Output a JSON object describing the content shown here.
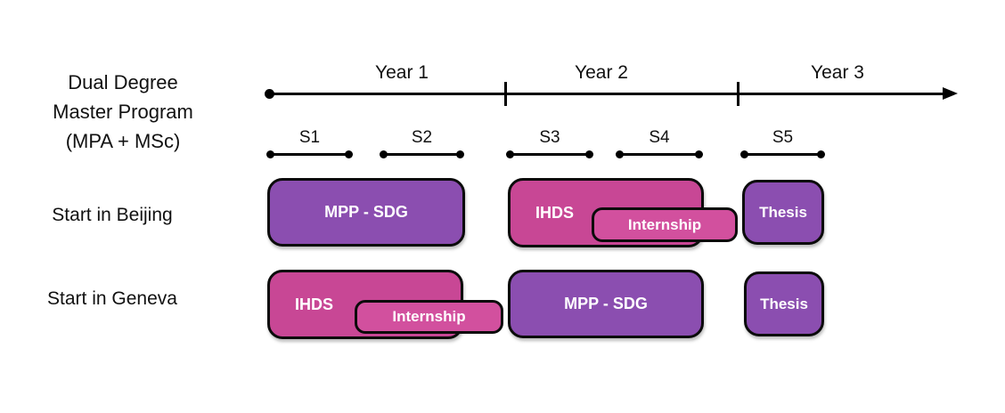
{
  "title": {
    "lines": [
      "Dual Degree",
      "Master Program",
      "(MPA + MSc)"
    ]
  },
  "timeline": {
    "year_labels": [
      "Year 1",
      "Year 2",
      "Year 3"
    ],
    "semester_labels": [
      "S1",
      "S2",
      "S3",
      "S4",
      "S5"
    ]
  },
  "rows": [
    {
      "label": "Start in Beijing",
      "boxes": [
        {
          "label": "MPP - SDG",
          "color": "#8B4EB0"
        },
        {
          "label": "IHDS",
          "color": "#C84795"
        },
        {
          "label": "Internship",
          "color": "#D2509E"
        },
        {
          "label": "Thesis",
          "color": "#8B4EB0"
        }
      ]
    },
    {
      "label": "Start in Geneva",
      "boxes": [
        {
          "label": "IHDS",
          "color": "#C84795"
        },
        {
          "label": "Internship",
          "color": "#D2509E"
        },
        {
          "label": "MPP - SDG",
          "color": "#8B4EB0"
        },
        {
          "label": "Thesis",
          "color": "#8B4EB0"
        }
      ]
    }
  ],
  "colors": {
    "purple": "#8B4EB0",
    "pink": "#C84795",
    "pink_light": "#D2509E",
    "line": "#000000",
    "text_dark": "#111111",
    "box_text": "#FFFFFF"
  }
}
